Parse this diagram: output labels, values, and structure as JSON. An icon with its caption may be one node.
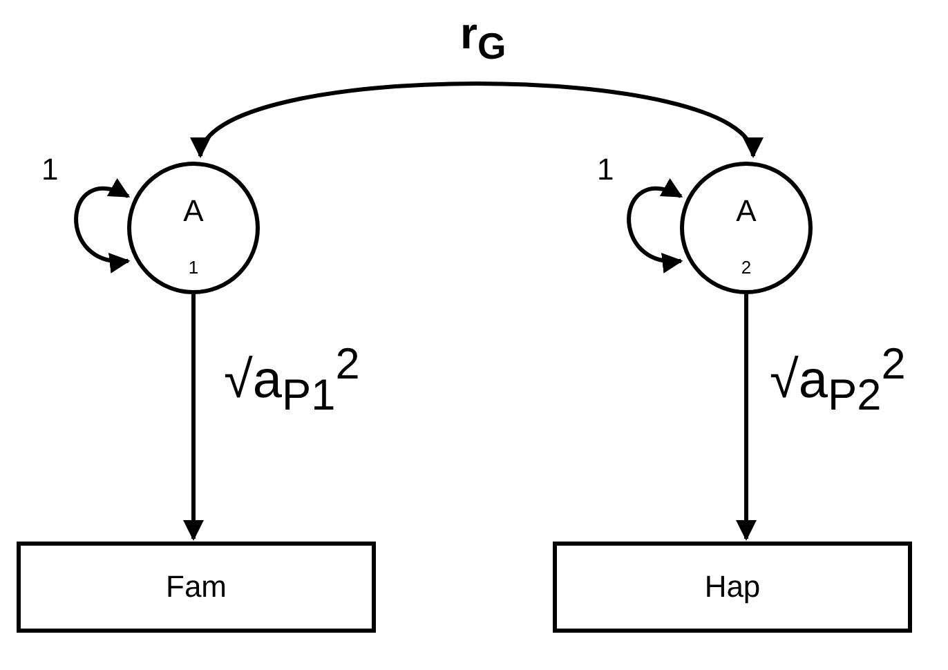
{
  "diagram": {
    "nodes": [
      {
        "text": [
          "A",
          "1"
        ]
      },
      {
        "text": [
          "A",
          "2"
        ]
      },
      {
        "text": [
          "Fam"
        ]
      },
      {
        "text": [
          "Hap"
        ]
      }
    ],
    "edges": [
      {
        "from": 0,
        "to": 1,
        "arrow": "both",
        "label": "r$_{G}$"
      },
      {
        "from": 0,
        "to": 0,
        "arrow": "both",
        "label": "1"
      },
      {
        "from": 1,
        "to": 1,
        "arrow": "both",
        "label": "1"
      },
      {
        "from": 0,
        "to": 2,
        "arrow": "to",
        "label": "√a$_{P1}$$^{2}$"
      },
      {
        "from": 1,
        "to": 3,
        "arrow": "to",
        "label": "√a$_{P2}$$^{2}$"
      }
    ]
  }
}
